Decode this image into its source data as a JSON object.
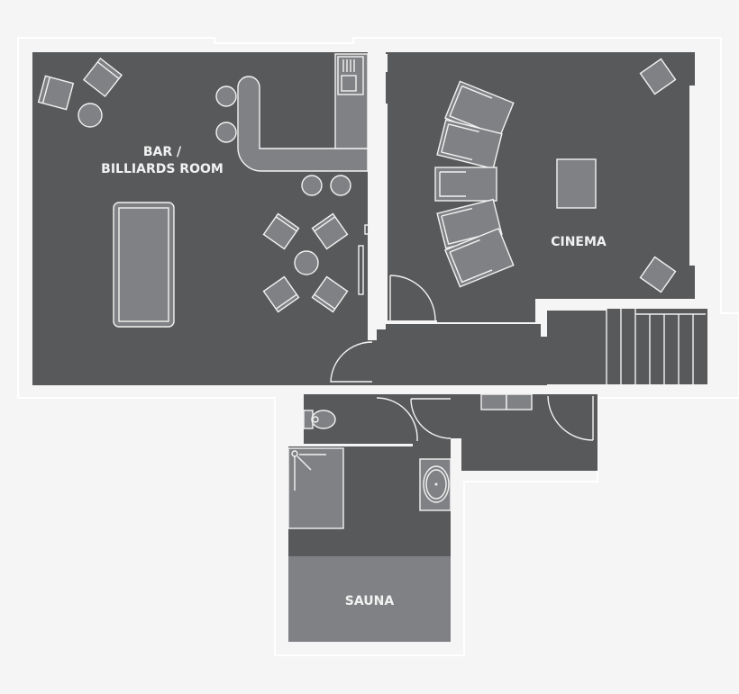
{
  "floorplan": {
    "rooms": [
      {
        "id": "bar",
        "label_line1": "BAR /",
        "label_line2": "BILLIARDS ROOM"
      },
      {
        "id": "cinema",
        "label": "CINEMA"
      },
      {
        "id": "sauna",
        "label": "SAUNA"
      }
    ],
    "colors": {
      "background": "#f5f5f5",
      "room_fill": "#58595b",
      "furniture_fill": "#808184",
      "outline": "#f2f2f2"
    }
  }
}
